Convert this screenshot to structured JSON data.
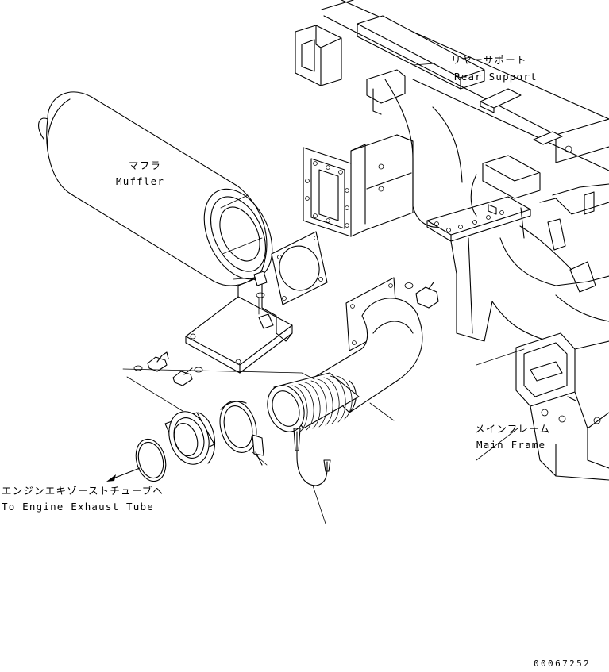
{
  "labels": {
    "rear_support_jp": "リヤーサポート",
    "rear_support_en": "Rear Support",
    "muffler_jp": "マフラ",
    "muffler_en": "Muffler",
    "main_frame_jp": "メインフレーム",
    "main_frame_en": "Main Frame",
    "exhaust_jp": "エンジンエキゾーストチューブへ",
    "exhaust_en": "To Engine Exhaust Tube",
    "drawing_number": "00067252"
  }
}
